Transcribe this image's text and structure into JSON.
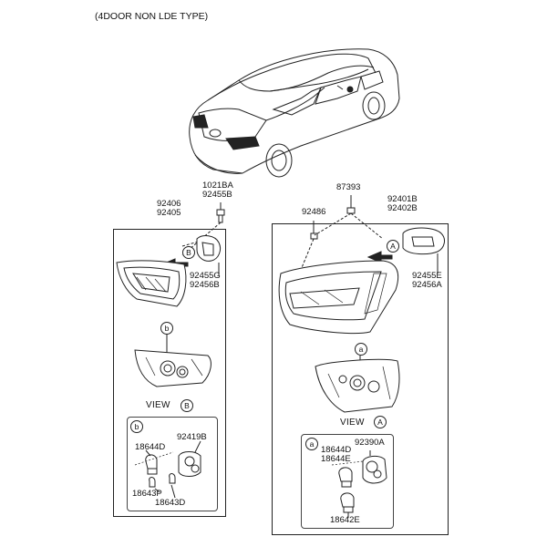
{
  "title": "(4DOOR NON LDE TYPE)",
  "left": {
    "part_upper_a": "1021BA",
    "part_upper_b": "92455B",
    "assy_a": "92406",
    "assy_b": "92405",
    "gasket_a": "92455G",
    "gasket_b": "92456B",
    "callout_letter": "B",
    "view_word": "VIEW",
    "view_letter": "B",
    "detail_letter": "b",
    "sub_letter": "b",
    "socket": "92419B",
    "bulb": "18644D",
    "bulb_small_a": "18643P",
    "bulb_small_b": "18643D"
  },
  "right": {
    "clip": "87393",
    "screw": "92486",
    "assy_a": "92401B",
    "assy_b": "92402B",
    "gasket_a": "92455E",
    "gasket_b": "92456A",
    "callout_letter": "A",
    "view_word": "VIEW",
    "view_letter": "A",
    "detail_letter": "a",
    "sub_letter": "a",
    "socket": "92390A",
    "bulb_a": "18644D",
    "bulb_b": "18644E",
    "bulb_c": "18642E"
  }
}
